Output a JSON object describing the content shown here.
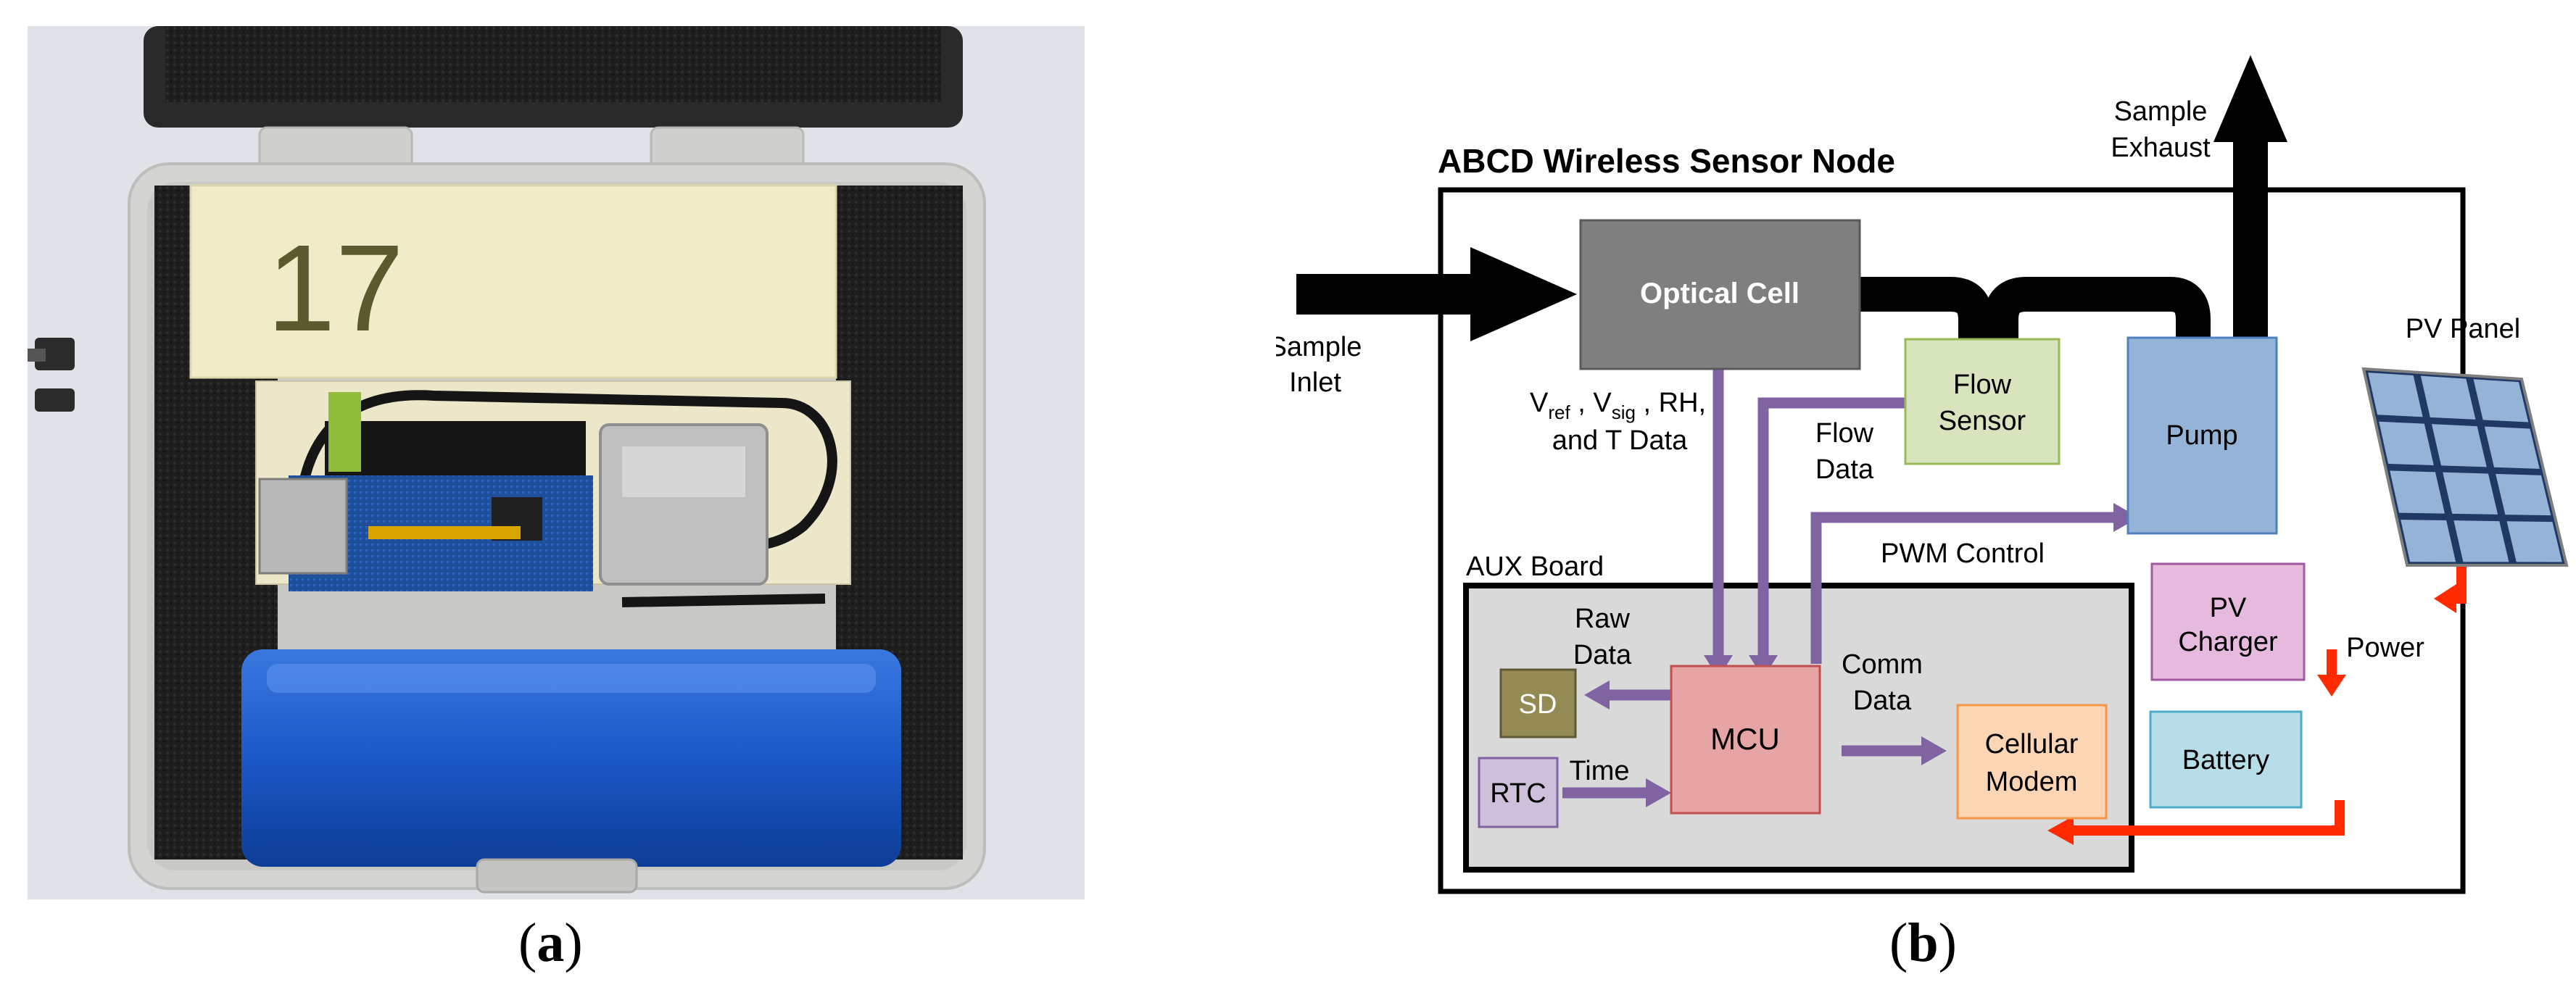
{
  "photo": {
    "box_number": "17",
    "caption_letter": "a"
  },
  "diagram": {
    "caption_letter": "b",
    "node_title": "ABCD Wireless Sensor Node",
    "aux_board_label": "AUX Board",
    "blocks": {
      "optical_cell": "Optical Cell",
      "flow_sensor_line1": "Flow",
      "flow_sensor_line2": "Sensor",
      "pump": "Pump",
      "pv_charger_line1": "PV",
      "pv_charger_line2": "Charger",
      "battery": "Battery",
      "mcu": "MCU",
      "sd": "SD",
      "rtc": "RTC",
      "cellular_line1": "Cellular",
      "cellular_line2": "Modem"
    },
    "labels": {
      "sample_inlet_line1": "Sample",
      "sample_inlet_line2": "Inlet",
      "sample_exhaust_line1": "Sample",
      "sample_exhaust_line2": "Exhaust",
      "pv_panel": "PV Panel",
      "power": "Power",
      "pwm_control": "PWM Control",
      "flow_data_line1": "Flow",
      "flow_data_line2": "Data",
      "opt_data_v": "V",
      "opt_data_ref": "ref",
      "opt_data_sep1": " , V",
      "opt_data_sig": "sig",
      "opt_data_rest": " , RH,",
      "opt_data_line2": "and T Data",
      "raw_data_line1": "Raw",
      "raw_data_line2": "Data",
      "comm_data_line1": "Comm",
      "comm_data_line2": "Data",
      "time": "Time"
    },
    "colors": {
      "flow_arrow": "#000000",
      "data_arrow": "#8064a2",
      "power_arrow": "#ff2a00",
      "optical_cell": "#7f7f7f",
      "flow_sensor": "#d7e4bd",
      "pump": "#95b3d7",
      "pv_charger": "#e6b9de",
      "battery": "#b7dee8",
      "mcu": "#e6a4a4",
      "sd": "#948a54",
      "rtc": "#ccc0da",
      "cellular": "#fcd5b5",
      "aux_board": "#d9d9d9"
    }
  }
}
